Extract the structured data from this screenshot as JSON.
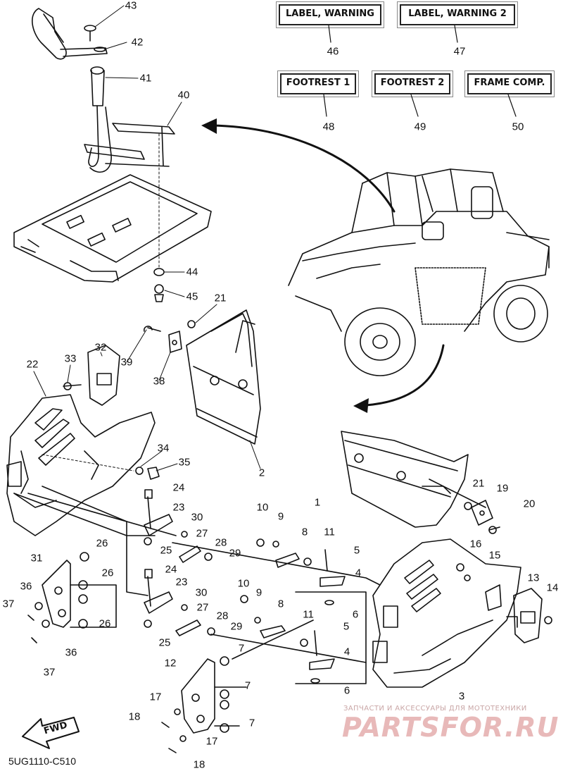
{
  "labels": {
    "label_46": "LABEL, WARNING",
    "label_47": "LABEL, WARNING 2",
    "label_48": "FOOTREST 1",
    "label_49": "FOOTREST 2",
    "label_50": "FRAME COMP."
  },
  "parts": [
    {
      "id": "p43",
      "num": "43"
    },
    {
      "id": "p42",
      "num": "42"
    },
    {
      "id": "p41",
      "num": "41"
    },
    {
      "id": "p40",
      "num": "40"
    },
    {
      "id": "p44",
      "num": "44"
    },
    {
      "id": "p45",
      "num": "45"
    },
    {
      "id": "p21a",
      "num": "21"
    },
    {
      "id": "p39",
      "num": "39"
    },
    {
      "id": "p38",
      "num": "38"
    },
    {
      "id": "p33",
      "num": "33"
    },
    {
      "id": "p32",
      "num": "32"
    },
    {
      "id": "p22",
      "num": "22"
    },
    {
      "id": "p34",
      "num": "34"
    },
    {
      "id": "p35",
      "num": "35"
    },
    {
      "id": "p2",
      "num": "2"
    },
    {
      "id": "p24a",
      "num": "24"
    },
    {
      "id": "p23a",
      "num": "23"
    },
    {
      "id": "p30a",
      "num": "30"
    },
    {
      "id": "p25a",
      "num": "25"
    },
    {
      "id": "p27a",
      "num": "27"
    },
    {
      "id": "p28a",
      "num": "28"
    },
    {
      "id": "p29a",
      "num": "29"
    },
    {
      "id": "p26a",
      "num": "26"
    },
    {
      "id": "p31",
      "num": "31"
    },
    {
      "id": "p26b",
      "num": "26"
    },
    {
      "id": "p36a",
      "num": "36"
    },
    {
      "id": "p37a",
      "num": "37"
    },
    {
      "id": "p26c",
      "num": "26"
    },
    {
      "id": "p36b",
      "num": "36"
    },
    {
      "id": "p37b",
      "num": "37"
    },
    {
      "id": "p24b",
      "num": "24"
    },
    {
      "id": "p23b",
      "num": "23"
    },
    {
      "id": "p30b",
      "num": "30"
    },
    {
      "id": "p27b",
      "num": "27"
    },
    {
      "id": "p28b",
      "num": "28"
    },
    {
      "id": "p29b",
      "num": "29"
    },
    {
      "id": "p25b",
      "num": "25"
    },
    {
      "id": "p10a",
      "num": "10"
    },
    {
      "id": "p9a",
      "num": "9"
    },
    {
      "id": "p8a",
      "num": "8"
    },
    {
      "id": "p11a",
      "num": "11"
    },
    {
      "id": "p5a",
      "num": "5"
    },
    {
      "id": "p4a",
      "num": "4"
    },
    {
      "id": "p6a",
      "num": "6"
    },
    {
      "id": "p10b",
      "num": "10"
    },
    {
      "id": "p9b",
      "num": "9"
    },
    {
      "id": "p8b",
      "num": "8"
    },
    {
      "id": "p11b",
      "num": "11"
    },
    {
      "id": "p5b",
      "num": "5"
    },
    {
      "id": "p4b",
      "num": "4"
    },
    {
      "id": "p6b",
      "num": "6"
    },
    {
      "id": "p1",
      "num": "1"
    },
    {
      "id": "p21b",
      "num": "21"
    },
    {
      "id": "p19",
      "num": "19"
    },
    {
      "id": "p20",
      "num": "20"
    },
    {
      "id": "p16",
      "num": "16"
    },
    {
      "id": "p15",
      "num": "15"
    },
    {
      "id": "p13",
      "num": "13"
    },
    {
      "id": "p14",
      "num": "14"
    },
    {
      "id": "p3",
      "num": "3"
    },
    {
      "id": "p12",
      "num": "12"
    },
    {
      "id": "p7a",
      "num": "7"
    },
    {
      "id": "p7b",
      "num": "7"
    },
    {
      "id": "p7c",
      "num": "7"
    },
    {
      "id": "p17a",
      "num": "17"
    },
    {
      "id": "p18a",
      "num": "18"
    },
    {
      "id": "p17b",
      "num": "17"
    },
    {
      "id": "p18b",
      "num": "18"
    },
    {
      "id": "p46",
      "num": "46"
    },
    {
      "id": "p47",
      "num": "47"
    },
    {
      "id": "p48",
      "num": "48"
    },
    {
      "id": "p49",
      "num": "49"
    },
    {
      "id": "p50",
      "num": "50"
    }
  ],
  "fwd": "FWD",
  "diagram_code": "5UG1110-C510",
  "watermark_small": "ЗАПЧАСТИ И АКСЕССУАРЫ ДЛЯ МОТОТЕХНИКИ",
  "watermark_big": "PARTSFOR.RU"
}
